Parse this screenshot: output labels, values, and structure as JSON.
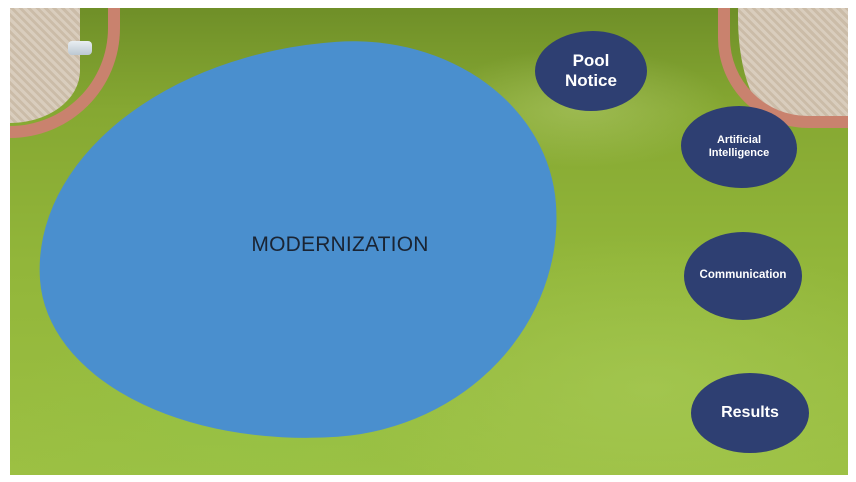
{
  "slide": {
    "main_topic": "MODERNIZATION",
    "bubbles": [
      {
        "line1": "Pool",
        "line2": "Notice"
      },
      {
        "line1": "Artificial",
        "line2": "Intelligence"
      },
      {
        "line1": "Communication"
      },
      {
        "line1": "Results"
      }
    ]
  },
  "colors": {
    "main_blob": "#4a8fce",
    "bubble": "#2e3f72",
    "water": "#92b63a",
    "coping": "#c9826e"
  }
}
